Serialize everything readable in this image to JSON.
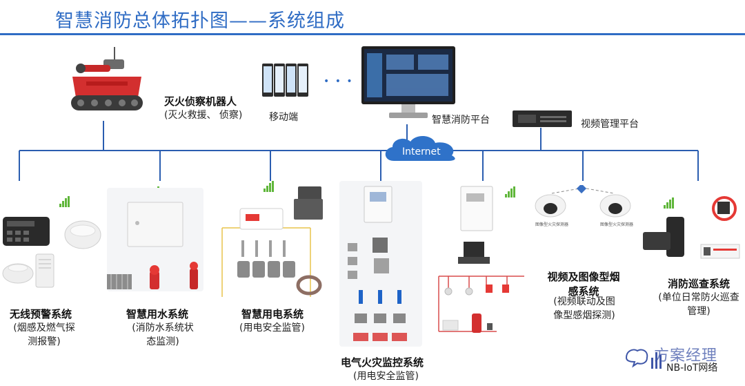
{
  "title": "智慧消防总体拓扑图——系统组成",
  "cloud_label": "Internet",
  "ellipsis": "• • •",
  "top_nodes": {
    "robot": {
      "name": "灭火侦察机器人",
      "desc": "(灭火救援、 侦察)"
    },
    "mobile": {
      "name": "移动端"
    },
    "platform": {
      "name": "智慧消防平台"
    },
    "video": {
      "name": "视频管理平台"
    }
  },
  "subsystems": [
    {
      "name": "无线预警系统",
      "desc_lines": [
        "(烟感及燃气探",
        "测报警)"
      ]
    },
    {
      "name": "智慧用水系统",
      "desc_lines": [
        "(消防水系统状",
        "态监测)"
      ]
    },
    {
      "name": "智慧用电系统",
      "desc_lines": [
        "(用电安全监管)"
      ]
    },
    {
      "name": "电气火灾监控系统",
      "desc_lines": [
        "(用电安全监管)"
      ]
    },
    {
      "name_lines": [
        "视频及图像型烟",
        "感系统"
      ],
      "desc_lines": [
        "(视频联动及图",
        "像型感烟探测)"
      ]
    },
    {
      "name": "消防巡查系统",
      "desc_lines": [
        "(单位日常防火巡查",
        "管理)"
      ]
    }
  ],
  "camera_labels": [
    "图像型火灾探测器",
    "图像型火灾探测器"
  ],
  "watermark": {
    "line1": "方案经理",
    "line2": "NB-IoT网络"
  },
  "colors": {
    "accent": "#2f6cc4",
    "line": "#2a5db0",
    "signal": "#5fb63a",
    "cloud": "#2f72c9"
  }
}
